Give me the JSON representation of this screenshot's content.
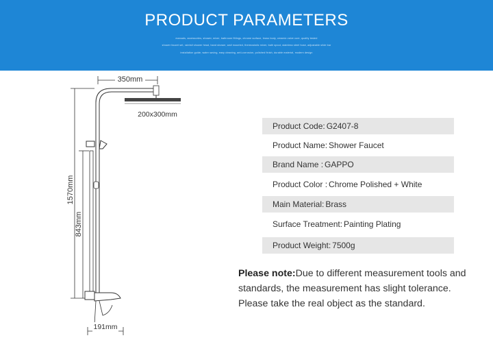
{
  "header": {
    "title": "PRODUCT PARAMETERS",
    "fine_print": [
      "manuals, accessories, shower, mixer, bathroom fittings, chrome surface, brass body, ceramic valve core, quality tested",
      "shower faucet set, rainfall shower head, hand shower, wall mounted, thermostatic mixer, bath spout, stainless steel hose, adjustable slide bar",
      "installation guide, water saving, easy cleaning, anti-corrosion, polished finish, durable material, modern design"
    ]
  },
  "diagram": {
    "top_width": "350mm",
    "head_size": "200x300mm",
    "total_height": "1570mm",
    "bar_height": "843mm",
    "base_width": "191mm"
  },
  "params": [
    {
      "label": "Product Code:",
      "value": "G2407-8"
    },
    {
      "label": "Product Name:",
      "value": "Shower Faucet"
    },
    {
      "label": "Brand Name :",
      "value": "GAPPO"
    },
    {
      "label": "Product Color :",
      "value": "Chrome Polished + White"
    },
    {
      "label": "Main Material:",
      "value": "Brass"
    },
    {
      "label": "Surface Treatment:",
      "value": "Painting Plating"
    },
    {
      "label": "Product Weight:",
      "value": "7500g"
    }
  ],
  "note": {
    "label": "Please note:",
    "line1": "Due to different measurement tools and",
    "line2": "standards, the measurement has slight tolerance.",
    "line3": "Please take the real object as the standard."
  }
}
